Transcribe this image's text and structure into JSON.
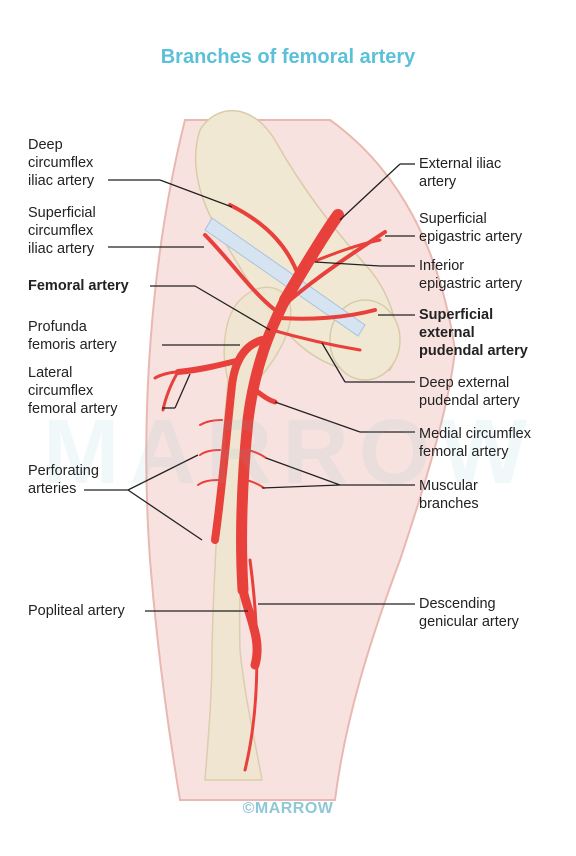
{
  "title": "Branches of femoral artery",
  "labels_left": [
    {
      "id": "deep-circumflex-iliac",
      "text": "Deep\ncircumflex\niliac artery",
      "bold": false
    },
    {
      "id": "superficial-circumflex-iliac",
      "text": "Superficial\ncircumflex\niliac artery",
      "bold": false
    },
    {
      "id": "femoral-artery",
      "text": "Femoral artery",
      "bold": true
    },
    {
      "id": "profunda-femoris",
      "text": "Profunda\nfemoris artery",
      "bold": false
    },
    {
      "id": "lateral-circumflex-femoral",
      "text": "Lateral\ncircumflex\nfemoral artery",
      "bold": false
    },
    {
      "id": "perforating-arteries",
      "text": "Perforating\narteries",
      "bold": false
    },
    {
      "id": "popliteal-artery",
      "text": "Popliteal artery",
      "bold": false
    }
  ],
  "labels_right": [
    {
      "id": "external-iliac",
      "text": "External iliac\nartery",
      "bold": false
    },
    {
      "id": "superficial-epigastric",
      "text": "Superficial\nepigastric artery",
      "bold": false
    },
    {
      "id": "inferior-epigastric",
      "text": "Inferior\nepigastric artery",
      "bold": false
    },
    {
      "id": "superficial-external-pudendal",
      "text": "Superficial\nexternal\npudendal artery",
      "bold": true
    },
    {
      "id": "deep-external-pudendal",
      "text": "Deep external\npudendal artery",
      "bold": false
    },
    {
      "id": "medial-circumflex-femoral",
      "text": "Medial circumflex\nfemoral artery",
      "bold": false
    },
    {
      "id": "muscular-branches",
      "text": "Muscular\nbranches",
      "bold": false
    },
    {
      "id": "descending-genicular",
      "text": "Descending\ngenicular artery",
      "bold": false
    }
  ],
  "footer": "©MARROW",
  "watermark": "MARROW",
  "colors": {
    "title": "#5bc0d8",
    "artery": "#e8403a",
    "artery_dark": "#b8231f",
    "leader": "#222222",
    "thigh_skin": "#f6d9d6",
    "bone": "#efe6cf",
    "ligament": "#d6e4f2"
  }
}
